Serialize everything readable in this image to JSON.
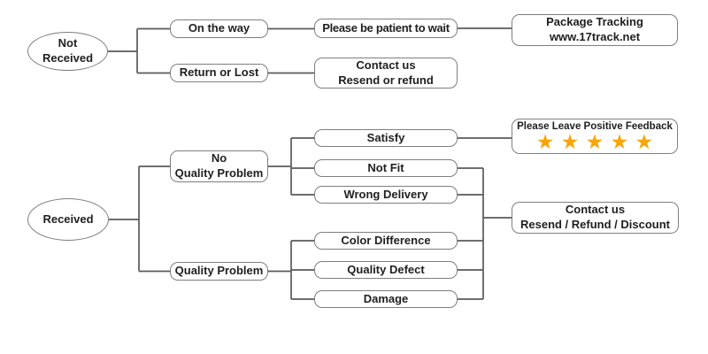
{
  "colors": {
    "background": "#ffffff",
    "line": "#5a5a5a",
    "box_border": "#7e7e7e",
    "box_fill": "#ffffff",
    "text": "#1f1f1f",
    "star": "#F7A60A"
  },
  "flowchart": {
    "start_nodes": {
      "not_received": {
        "label": "Not\nReceived"
      },
      "received": {
        "label": "Received"
      }
    },
    "nodes": {
      "on_the_way": {
        "label": "On the way"
      },
      "return_or_lost": {
        "label": "Return or Lost"
      },
      "be_patient": {
        "label": "Please be patient to wait"
      },
      "contact_resend_refund": {
        "label": "Contact us\nResend or refund"
      },
      "package_tracking": {
        "label": "Package Tracking\nwww.17track.net"
      },
      "no_quality_problem": {
        "label": "No\nQuality Problem"
      },
      "quality_problem": {
        "label": "Quality Problem"
      },
      "satisfy": {
        "label": "Satisfy"
      },
      "not_fit": {
        "label": "Not Fit"
      },
      "wrong_delivery": {
        "label": "Wrong Delivery"
      },
      "color_difference": {
        "label": "Color Difference"
      },
      "quality_defect": {
        "label": "Quality Defect"
      },
      "damage": {
        "label": "Damage"
      },
      "positive_feedback": {
        "label": "Please Leave Positive Feedback",
        "star_count": 5,
        "stars": "★★★★★"
      },
      "contact_resend_refund_discount": {
        "label": "Contact us\nResend / Refund / Discount"
      }
    }
  }
}
